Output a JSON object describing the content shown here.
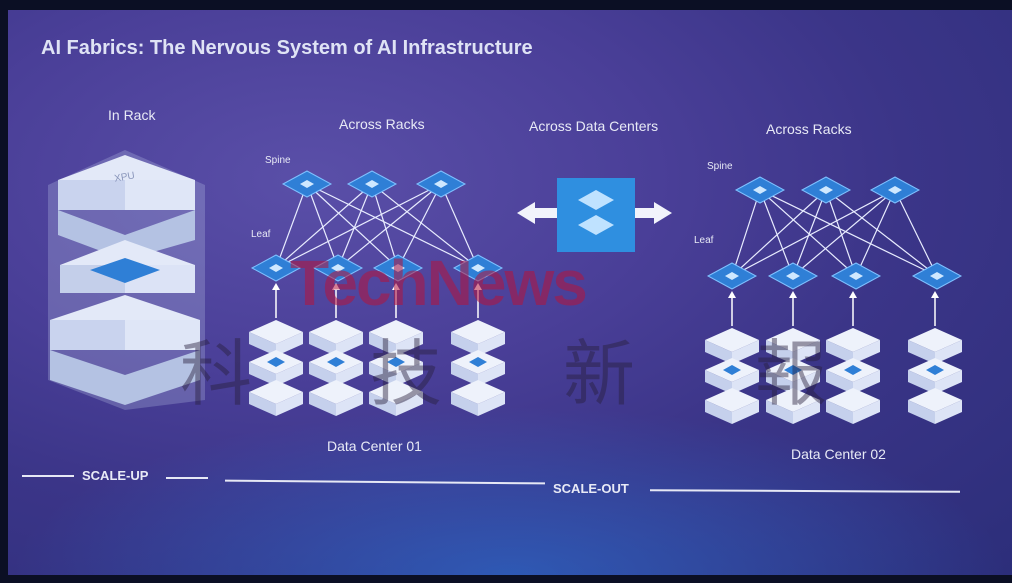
{
  "slide": {
    "title": "AI Fabrics:  The Nervous System of AI Infrastructure",
    "sections": {
      "in_rack": "In Rack",
      "across_racks_1": "Across Racks",
      "across_data_centers": "Across Data Centers",
      "across_racks_2": "Across Racks"
    },
    "labels": {
      "spine_1": "Spine",
      "leaf_1": "Leaf",
      "spine_2": "Spine",
      "leaf_2": "Leaf",
      "xpu": "XPU",
      "dc1": "Data Center 01",
      "dc2": "Data Center 02"
    },
    "scale": {
      "up": "SCALE-UP",
      "out": "SCALE-OUT"
    },
    "colors": {
      "switch": "#2f7fd6",
      "accent": "#3aa0e8",
      "text": "#e8eaf6"
    }
  },
  "watermark": {
    "latin": "TechNews",
    "cjk": [
      "科",
      "技",
      "新",
      "報"
    ]
  }
}
